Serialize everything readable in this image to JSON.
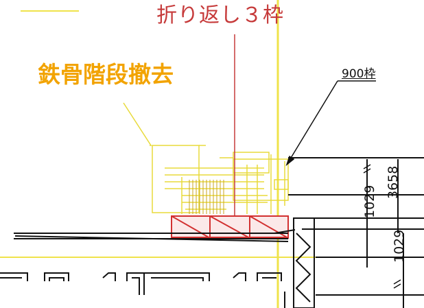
{
  "labels": {
    "top_note": "折り返し３枠",
    "removal_note": "鉄骨階段撤去",
    "frame_note": "900枠"
  },
  "dimensions": {
    "overall": "3658",
    "upper": "1029",
    "lower": "1029"
  },
  "colors": {
    "background": "#ffffff",
    "yellow_lines": "#efe34a",
    "red_lines": "#d23030",
    "black_lines": "#111111",
    "annotation_red": "#c63a3a",
    "annotation_yellow": "#f2a300"
  }
}
